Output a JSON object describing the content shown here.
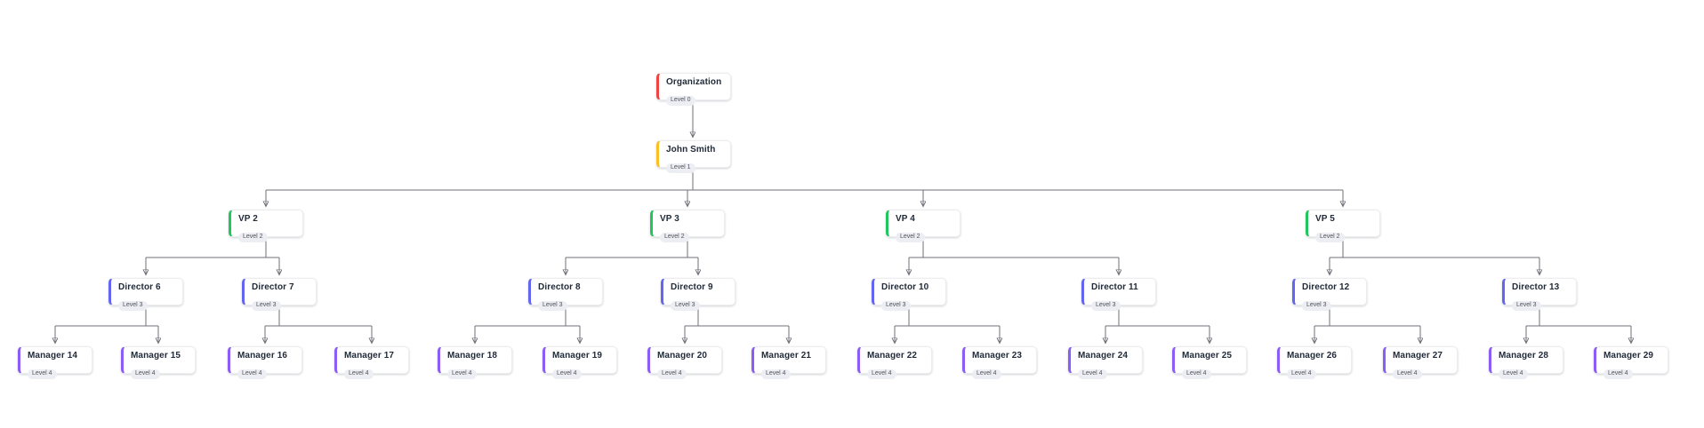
{
  "diagram": {
    "type": "org-chart",
    "level_colors": {
      "level0": "#ef4444",
      "level1": "#fbbf24",
      "level2": "#22c55e",
      "level3": "#6366f1",
      "level4": "#8b5cf6"
    },
    "connector_color": "#71717a",
    "card_background": "#ffffff",
    "badge_background": "#eceef3"
  },
  "nodes": [
    {
      "label": "Organization",
      "badge": "Level 0",
      "level": 0,
      "parent": null
    },
    {
      "label": "John Smith",
      "badge": "Level 1",
      "level": 1,
      "parent": "Organization"
    },
    {
      "label": "VP 2",
      "badge": "Level 2",
      "level": 2,
      "parent": "John Smith"
    },
    {
      "label": "VP 3",
      "badge": "Level 2",
      "level": 2,
      "parent": "John Smith"
    },
    {
      "label": "VP 4",
      "badge": "Level 2",
      "level": 2,
      "parent": "John Smith"
    },
    {
      "label": "VP 5",
      "badge": "Level 2",
      "level": 2,
      "parent": "John Smith"
    },
    {
      "label": "Director 6",
      "badge": "Level 3",
      "level": 3,
      "parent": "VP 2"
    },
    {
      "label": "Director 7",
      "badge": "Level 3",
      "level": 3,
      "parent": "VP 2"
    },
    {
      "label": "Director 8",
      "badge": "Level 3",
      "level": 3,
      "parent": "VP 3"
    },
    {
      "label": "Director 9",
      "badge": "Level 3",
      "level": 3,
      "parent": "VP 3"
    },
    {
      "label": "Director 10",
      "badge": "Level 3",
      "level": 3,
      "parent": "VP 4"
    },
    {
      "label": "Director 11",
      "badge": "Level 3",
      "level": 3,
      "parent": "VP 4"
    },
    {
      "label": "Director 12",
      "badge": "Level 3",
      "level": 3,
      "parent": "VP 5"
    },
    {
      "label": "Director 13",
      "badge": "Level 3",
      "level": 3,
      "parent": "VP 5"
    },
    {
      "label": "Manager 14",
      "badge": "Level 4",
      "level": 4,
      "parent": "Director 6"
    },
    {
      "label": "Manager 15",
      "badge": "Level 4",
      "level": 4,
      "parent": "Director 6"
    },
    {
      "label": "Manager 16",
      "badge": "Level 4",
      "level": 4,
      "parent": "Director 7"
    },
    {
      "label": "Manager 17",
      "badge": "Level 4",
      "level": 4,
      "parent": "Director 7"
    },
    {
      "label": "Manager 18",
      "badge": "Level 4",
      "level": 4,
      "parent": "Director 8"
    },
    {
      "label": "Manager 19",
      "badge": "Level 4",
      "level": 4,
      "parent": "Director 8"
    },
    {
      "label": "Manager 20",
      "badge": "Level 4",
      "level": 4,
      "parent": "Director 9"
    },
    {
      "label": "Manager 21",
      "badge": "Level 4",
      "level": 4,
      "parent": "Director 9"
    },
    {
      "label": "Manager 22",
      "badge": "Level 4",
      "level": 4,
      "parent": "Director 10"
    },
    {
      "label": "Manager 23",
      "badge": "Level 4",
      "level": 4,
      "parent": "Director 10"
    },
    {
      "label": "Manager 24",
      "badge": "Level 4",
      "level": 4,
      "parent": "Director 11"
    },
    {
      "label": "Manager 25",
      "badge": "Level 4",
      "level": 4,
      "parent": "Director 11"
    },
    {
      "label": "Manager 26",
      "badge": "Level 4",
      "level": 4,
      "parent": "Director 12"
    },
    {
      "label": "Manager 27",
      "badge": "Level 4",
      "level": 4,
      "parent": "Director 12"
    },
    {
      "label": "Manager 28",
      "badge": "Level 4",
      "level": 4,
      "parent": "Director 13"
    },
    {
      "label": "Manager 29",
      "badge": "Level 4",
      "level": 4,
      "parent": "Director 13"
    }
  ]
}
